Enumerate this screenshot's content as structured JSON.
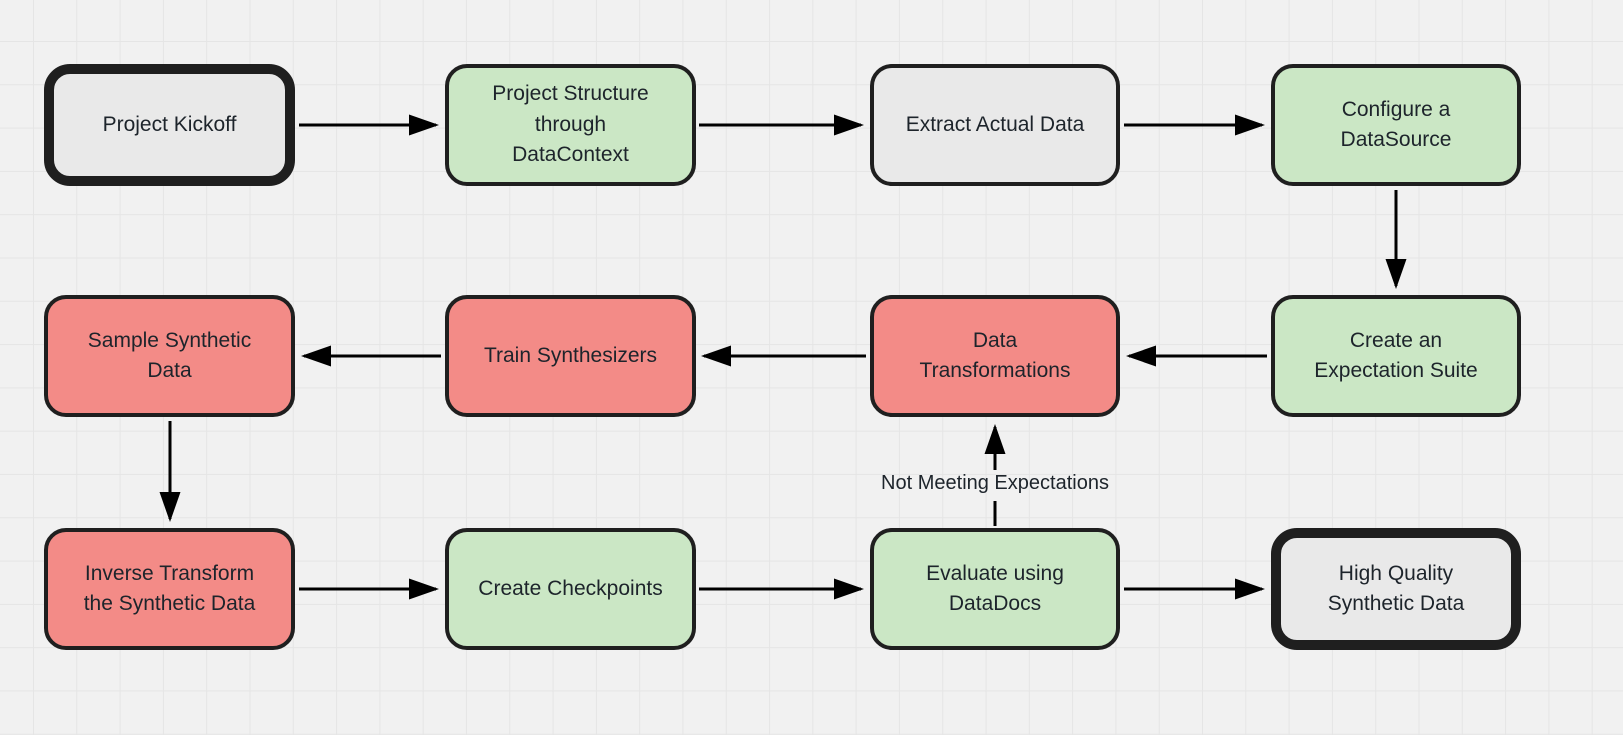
{
  "diagram_type": "flowchart",
  "colors": {
    "background": "#f1f1f1",
    "grid_line": "#e5e5e5",
    "node_border": "#1f1f1f",
    "node_fill_gray": "#e9e9e9",
    "node_fill_green": "#cbe7c5",
    "node_fill_red": "#f38b87",
    "text": "#1d242b",
    "arrow": "#000000"
  },
  "nodes": [
    {
      "id": "project-kickoff",
      "label": "Project Kickoff",
      "fill": "gray",
      "emphasis": "thick-border",
      "row": 1,
      "col": 1
    },
    {
      "id": "project-structure",
      "label": "Project Structure through DataContext",
      "fill": "green",
      "emphasis": "normal",
      "row": 1,
      "col": 2
    },
    {
      "id": "extract-actual-data",
      "label": "Extract Actual Data",
      "fill": "gray",
      "emphasis": "normal",
      "row": 1,
      "col": 3
    },
    {
      "id": "configure-datasource",
      "label": "Configure a DataSource",
      "fill": "green",
      "emphasis": "normal",
      "row": 1,
      "col": 4
    },
    {
      "id": "create-expectation-suite",
      "label": "Create an Expectation Suite",
      "fill": "green",
      "emphasis": "normal",
      "row": 2,
      "col": 4
    },
    {
      "id": "data-transformations",
      "label": "Data Transformations",
      "fill": "red",
      "emphasis": "normal",
      "row": 2,
      "col": 3
    },
    {
      "id": "train-synthesizers",
      "label": "Train Synthesizers",
      "fill": "red",
      "emphasis": "normal",
      "row": 2,
      "col": 2
    },
    {
      "id": "sample-synthetic-data",
      "label": "Sample Synthetic Data",
      "fill": "red",
      "emphasis": "normal",
      "row": 2,
      "col": 1
    },
    {
      "id": "inverse-transform",
      "label": "Inverse Transform the Synthetic Data",
      "fill": "red",
      "emphasis": "normal",
      "row": 3,
      "col": 1
    },
    {
      "id": "create-checkpoints",
      "label": "Create Checkpoints",
      "fill": "green",
      "emphasis": "normal",
      "row": 3,
      "col": 2
    },
    {
      "id": "evaluate-datadocs",
      "label": "Evaluate using DataDocs",
      "fill": "green",
      "emphasis": "normal",
      "row": 3,
      "col": 3
    },
    {
      "id": "high-quality-synthetic",
      "label": "High Quality Synthetic Data",
      "fill": "gray",
      "emphasis": "thick-border",
      "row": 3,
      "col": 4
    }
  ],
  "edges": [
    {
      "from": "project-kickoff",
      "to": "project-structure",
      "direction": "right"
    },
    {
      "from": "project-structure",
      "to": "extract-actual-data",
      "direction": "right"
    },
    {
      "from": "extract-actual-data",
      "to": "configure-datasource",
      "direction": "right"
    },
    {
      "from": "configure-datasource",
      "to": "create-expectation-suite",
      "direction": "down"
    },
    {
      "from": "create-expectation-suite",
      "to": "data-transformations",
      "direction": "left"
    },
    {
      "from": "data-transformations",
      "to": "train-synthesizers",
      "direction": "left"
    },
    {
      "from": "train-synthesizers",
      "to": "sample-synthetic-data",
      "direction": "left"
    },
    {
      "from": "sample-synthetic-data",
      "to": "inverse-transform",
      "direction": "down"
    },
    {
      "from": "inverse-transform",
      "to": "create-checkpoints",
      "direction": "right"
    },
    {
      "from": "create-checkpoints",
      "to": "evaluate-datadocs",
      "direction": "right"
    },
    {
      "from": "evaluate-datadocs",
      "to": "high-quality-synthetic",
      "direction": "right"
    },
    {
      "from": "evaluate-datadocs",
      "to": "data-transformations",
      "direction": "up",
      "label": "Not Meeting Expectations"
    }
  ]
}
